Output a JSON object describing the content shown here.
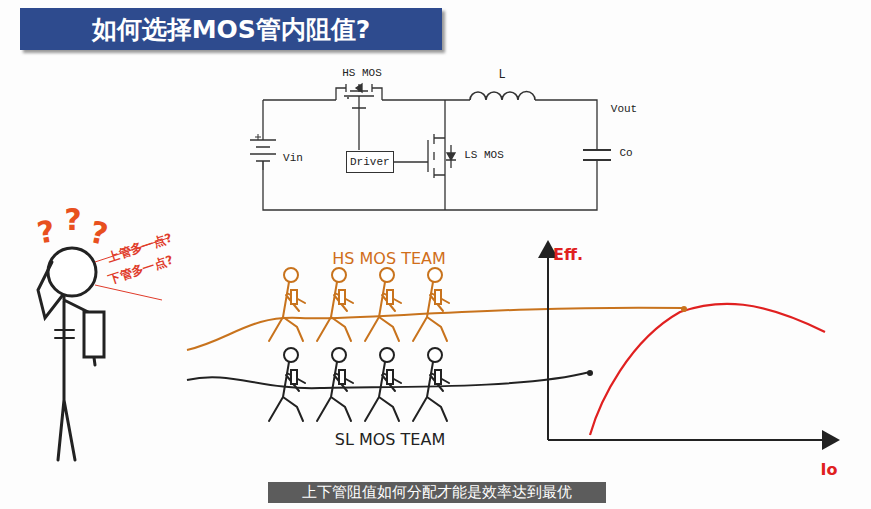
{
  "diagram": {
    "title": "如何选择MOS管内阻值?",
    "caption": "上下管阻值如何分配才能是效率达到最优",
    "nodes": [
      {
        "text": [
          "Driver"
        ]
      }
    ],
    "labels": [
      "HS MOS",
      "L",
      "Vout",
      "Vin",
      "LS MOS",
      "Co",
      "?",
      "?",
      "?",
      "上管多一点?",
      "下管多一点?",
      "HS MOS TEAM",
      "SL MOS TEAM",
      "Eff.",
      "Io"
    ]
  }
}
